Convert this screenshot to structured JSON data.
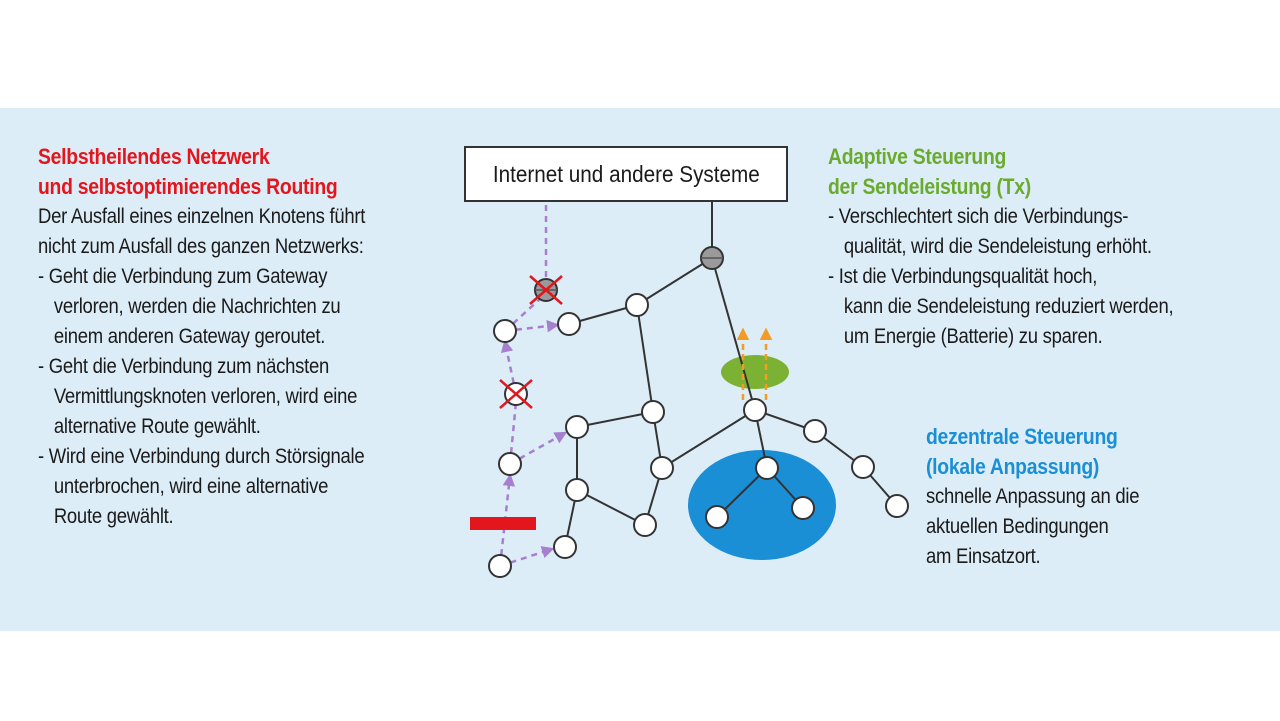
{
  "left": {
    "title_line1": "Selbstheilendes Netzwerk",
    "title_line2": "und selbstoptimierendes Routing",
    "lines": [
      "Der Ausfall eines einzelnen Knotens führt",
      "nicht zum Ausfall des ganzen Netzwerks:",
      "- Geht die Verbindung zum Gateway",
      "verloren, werden die Nachrichten zu",
      "einem anderen Gateway geroutet.",
      "- Geht die Verbindung zum nächsten",
      "Vermittlungsknoten verloren, wird eine",
      "alternative Route gewählt.",
      "- Wird eine Verbindung durch Störsignale",
      "unterbrochen, wird eine alternative",
      "Route gewählt."
    ]
  },
  "center": {
    "gateway_label": "Internet und andere Systeme"
  },
  "right_top": {
    "title_line1": "Adaptive Steuerung",
    "title_line2": "der Sendeleistung (Tx)",
    "lines": [
      "- Verschlechtert sich die Verbindungs-",
      "qualität, wird die Sendeleistung erhöht.",
      "- Ist die Verbindungsqualität hoch,",
      "kann die Sendeleistung reduziert werden,",
      "um Energie (Batterie) zu sparen."
    ]
  },
  "right_bottom": {
    "title_line1": "dezentrale Steuerung",
    "title_line2": "(lokale Anpassung)",
    "lines": [
      "schnelle Anpassung an die",
      "aktuellen Bedingungen",
      "am Einsatzort."
    ]
  },
  "colors": {
    "red_title": "#e2161c",
    "green_title": "#6aab2e",
    "blue_title": "#1b8fd6",
    "panel_bg": "#ddedf7",
    "route_arrow": "#a67fcf",
    "power_arrow": "#f39b25",
    "local_area": "#1b8fd6",
    "tx_ellipse": "#7cb233",
    "interference_bar": "#e2161c"
  }
}
